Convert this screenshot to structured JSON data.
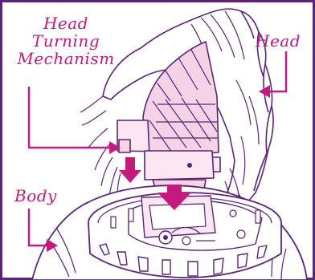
{
  "labels": {
    "head_turning_mechanism": [
      "Head",
      "Turning",
      "Mechanism"
    ],
    "head": "Head",
    "body": "Body"
  },
  "colors": {
    "callout": "#c21a7d",
    "outline": "#5a2477",
    "part_fill": "#f5d3e6",
    "part_fill_light": "#fbe6f1",
    "body_fill": "#ffffff",
    "arrow": "#c21a7d",
    "background": "#ffffff"
  },
  "icons": {
    "down_arrow": "down-arrow-icon",
    "leader_arrow": "right-arrow-icon"
  }
}
